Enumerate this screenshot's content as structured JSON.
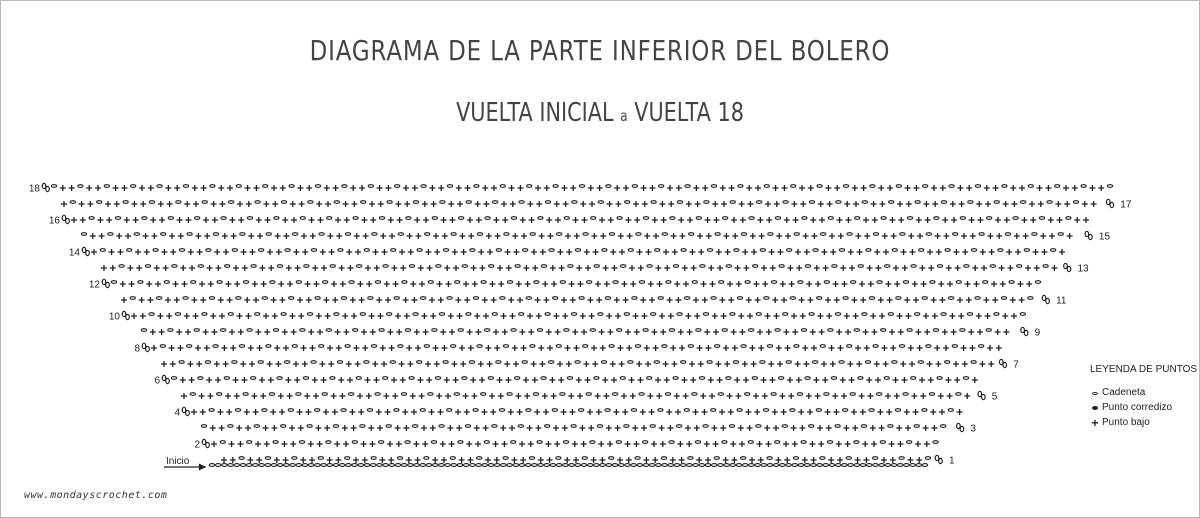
{
  "title": "DIAGRAMA DE LA PARTE INFERIOR DEL BOLERO",
  "subtitle": {
    "part1": "VUELTA INICIAL",
    "connector": "a",
    "part2": "VUELTA 18"
  },
  "start_label": "Inicio",
  "legend": {
    "title": "LEYENDA DE PUNTOS",
    "items": [
      {
        "label": "Cadeneta",
        "symbol": "chain"
      },
      {
        "label": "Punto corredizo",
        "symbol": "slip-stitch"
      },
      {
        "label": "Punto bajo",
        "symbol": "single-crochet"
      }
    ]
  },
  "website": "www.mondayscrochet.com",
  "rows": [
    {
      "label": "1",
      "side": "right"
    },
    {
      "label": "2",
      "side": "left"
    },
    {
      "label": "3",
      "side": "right"
    },
    {
      "label": "4",
      "side": "left"
    },
    {
      "label": "5",
      "side": "right"
    },
    {
      "label": "6",
      "side": "left"
    },
    {
      "label": "7",
      "side": "right"
    },
    {
      "label": "8",
      "side": "left"
    },
    {
      "label": "9",
      "side": "right"
    },
    {
      "label": "10",
      "side": "left"
    },
    {
      "label": "11",
      "side": "right"
    },
    {
      "label": "12",
      "side": "left"
    },
    {
      "label": "13",
      "side": "right"
    },
    {
      "label": "14",
      "side": "left"
    },
    {
      "label": "15",
      "side": "right"
    },
    {
      "label": "16",
      "side": "left"
    },
    {
      "label": "17",
      "side": "right"
    },
    {
      "label": "18",
      "side": "left"
    }
  ],
  "colors": {
    "symbols": "#222222",
    "text": "#333333",
    "border": "#b8b8b8"
  }
}
